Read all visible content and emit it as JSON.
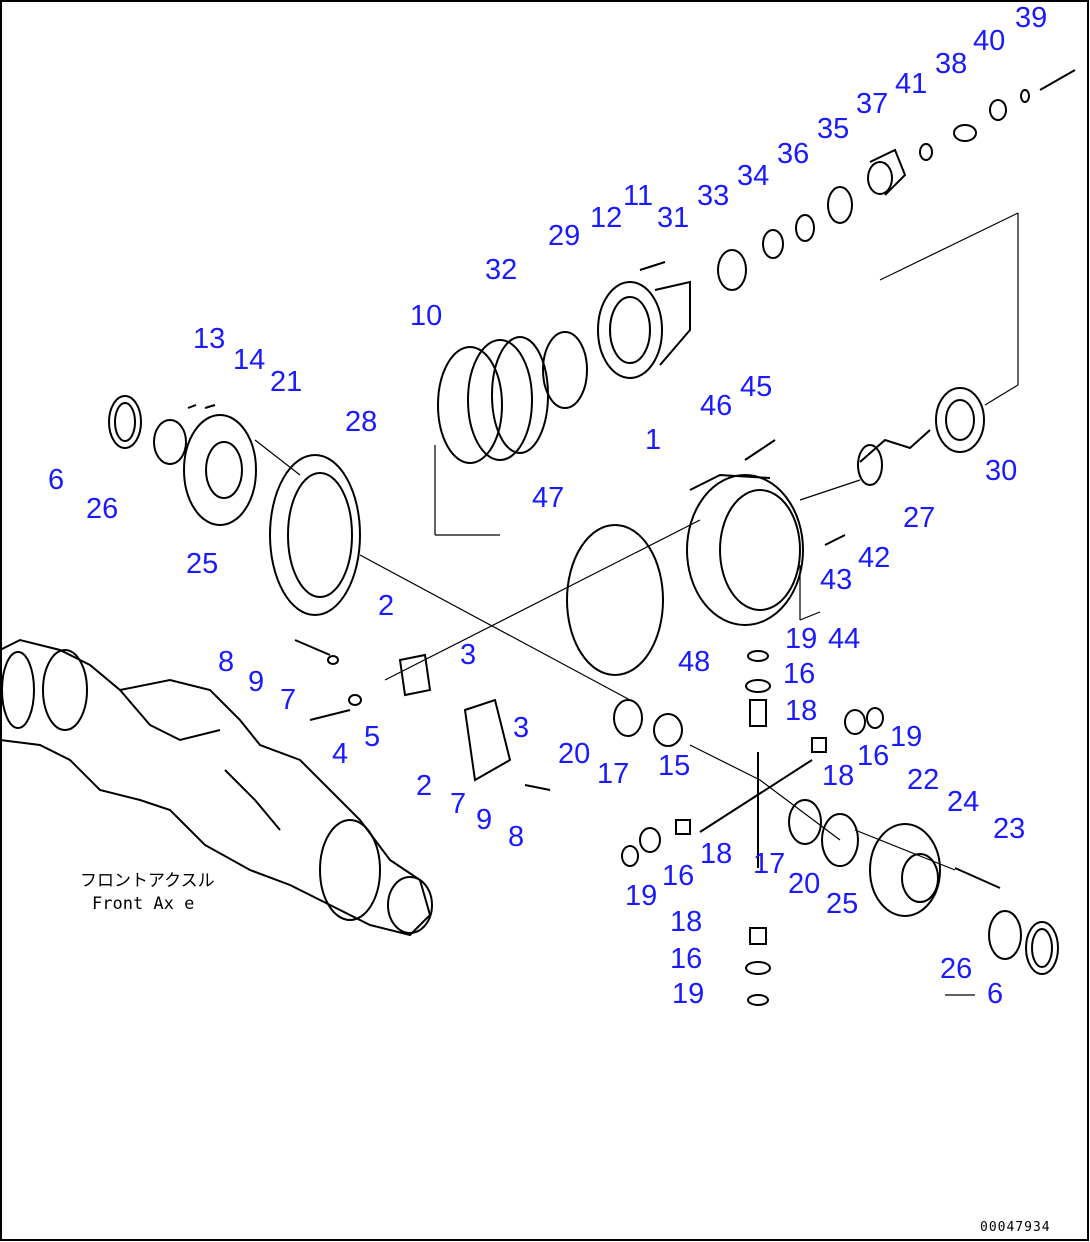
{
  "diagram": {
    "callout_color": "#1a1aff",
    "line_color": "#000000",
    "assembly_caption_jp": "フロントアクスル",
    "assembly_caption_en": "Front Ax e",
    "drawing_number": "00047934",
    "callouts": [
      {
        "label": "39"
      },
      {
        "label": "40"
      },
      {
        "label": "38"
      },
      {
        "label": "41"
      },
      {
        "label": "37"
      },
      {
        "label": "35"
      },
      {
        "label": "36"
      },
      {
        "label": "34"
      },
      {
        "label": "33"
      },
      {
        "label": "11"
      },
      {
        "label": "12"
      },
      {
        "label": "31"
      },
      {
        "label": "29"
      },
      {
        "label": "32"
      },
      {
        "label": "10"
      },
      {
        "label": "13"
      },
      {
        "label": "14"
      },
      {
        "label": "21"
      },
      {
        "label": "28"
      },
      {
        "label": "46"
      },
      {
        "label": "45"
      },
      {
        "label": "1"
      },
      {
        "label": "6"
      },
      {
        "label": "26"
      },
      {
        "label": "30"
      },
      {
        "label": "47"
      },
      {
        "label": "27"
      },
      {
        "label": "25"
      },
      {
        "label": "42"
      },
      {
        "label": "43"
      },
      {
        "label": "2"
      },
      {
        "label": "19"
      },
      {
        "label": "44"
      },
      {
        "label": "48"
      },
      {
        "label": "8"
      },
      {
        "label": "3"
      },
      {
        "label": "16"
      },
      {
        "label": "9"
      },
      {
        "label": "7"
      },
      {
        "label": "18"
      },
      {
        "label": "5"
      },
      {
        "label": "3"
      },
      {
        "label": "4"
      },
      {
        "label": "20"
      },
      {
        "label": "17"
      },
      {
        "label": "15"
      },
      {
        "label": "16"
      },
      {
        "label": "19"
      },
      {
        "label": "18"
      },
      {
        "label": "2"
      },
      {
        "label": "7"
      },
      {
        "label": "22"
      },
      {
        "label": "24"
      },
      {
        "label": "9"
      },
      {
        "label": "8"
      },
      {
        "label": "23"
      },
      {
        "label": "18"
      },
      {
        "label": "17"
      },
      {
        "label": "16"
      },
      {
        "label": "20"
      },
      {
        "label": "19"
      },
      {
        "label": "25"
      },
      {
        "label": "18"
      },
      {
        "label": "16"
      },
      {
        "label": "26"
      },
      {
        "label": "19"
      },
      {
        "label": "6"
      }
    ]
  }
}
